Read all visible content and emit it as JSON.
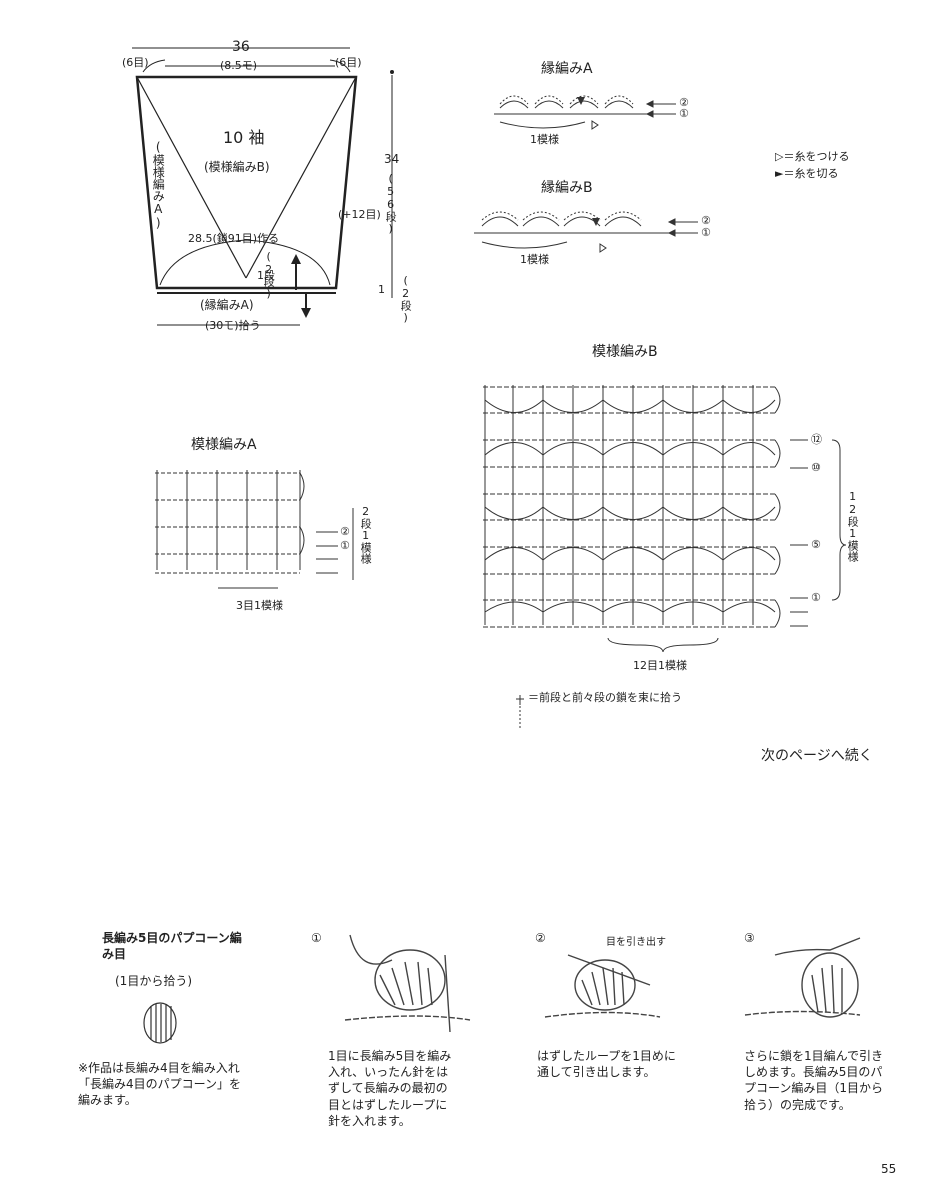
{
  "sleeve": {
    "top_width": "36",
    "top_left": "(6目)",
    "top_mid": "(8.5モ)",
    "top_right": "(6目)",
    "title": "10 袖",
    "subtitle": "(模様編みB)",
    "side_left": "(模様編みA)",
    "side_height": "34",
    "side_rows": "(56段)",
    "side_increase": "(+12目)",
    "chain": "28.5(鎖91目)作る",
    "rows2": "(2段)",
    "row1": "1段",
    "edge": "(縁編みA)",
    "pickup": "(30モ)拾う",
    "right_one": "1",
    "right_rows": "(2段)"
  },
  "edging_a": {
    "title": "縁編みA",
    "repeat": "1模様",
    "row2": "②",
    "row1": "①"
  },
  "edging_b": {
    "title": "縁編みB",
    "repeat": "1模様",
    "row2": "②",
    "row1": "①"
  },
  "legend": {
    "attach_sym": "▷",
    "attach": "＝糸をつける",
    "cut_sym": "►",
    "cut": "＝糸を切る"
  },
  "pattern_a": {
    "title": "模様編みA",
    "repeat": "3目1模様",
    "rows": "2段1模様",
    "row2": "②",
    "row1": "①"
  },
  "pattern_b": {
    "title": "模様編みB",
    "repeat": "12目1模様",
    "rows": "12段1模様",
    "row12": "⑫",
    "row10": "⑩",
    "row5": "⑤",
    "row1": "①",
    "note": "＝前段と前々段の鎖を束に拾う"
  },
  "continued": "次のページへ続く",
  "popcorn": {
    "title": "長編み5目のパプコーン編み目",
    "subtitle": "(1目から拾う)",
    "note": "※作品は長編み4目を編み入れ\n「長編み4目のパプコーン」を\n編みます。",
    "steps": [
      {
        "num": "①",
        "text": "1目に長編み5目を編み\n入れ、いったん針をは\nずして長編みの最初の\n目とはずしたループに\n針を入れます。"
      },
      {
        "num": "②",
        "label": "目を引き出す",
        "text": "はずしたループを1目めに\n通して引き出します。"
      },
      {
        "num": "③",
        "text": "さらに鎖を1目編んで引き\nしめます。長編み5目のパ\nプコーン編み目（1目から\n拾う）の完成です。"
      }
    ]
  },
  "page_number": "55"
}
